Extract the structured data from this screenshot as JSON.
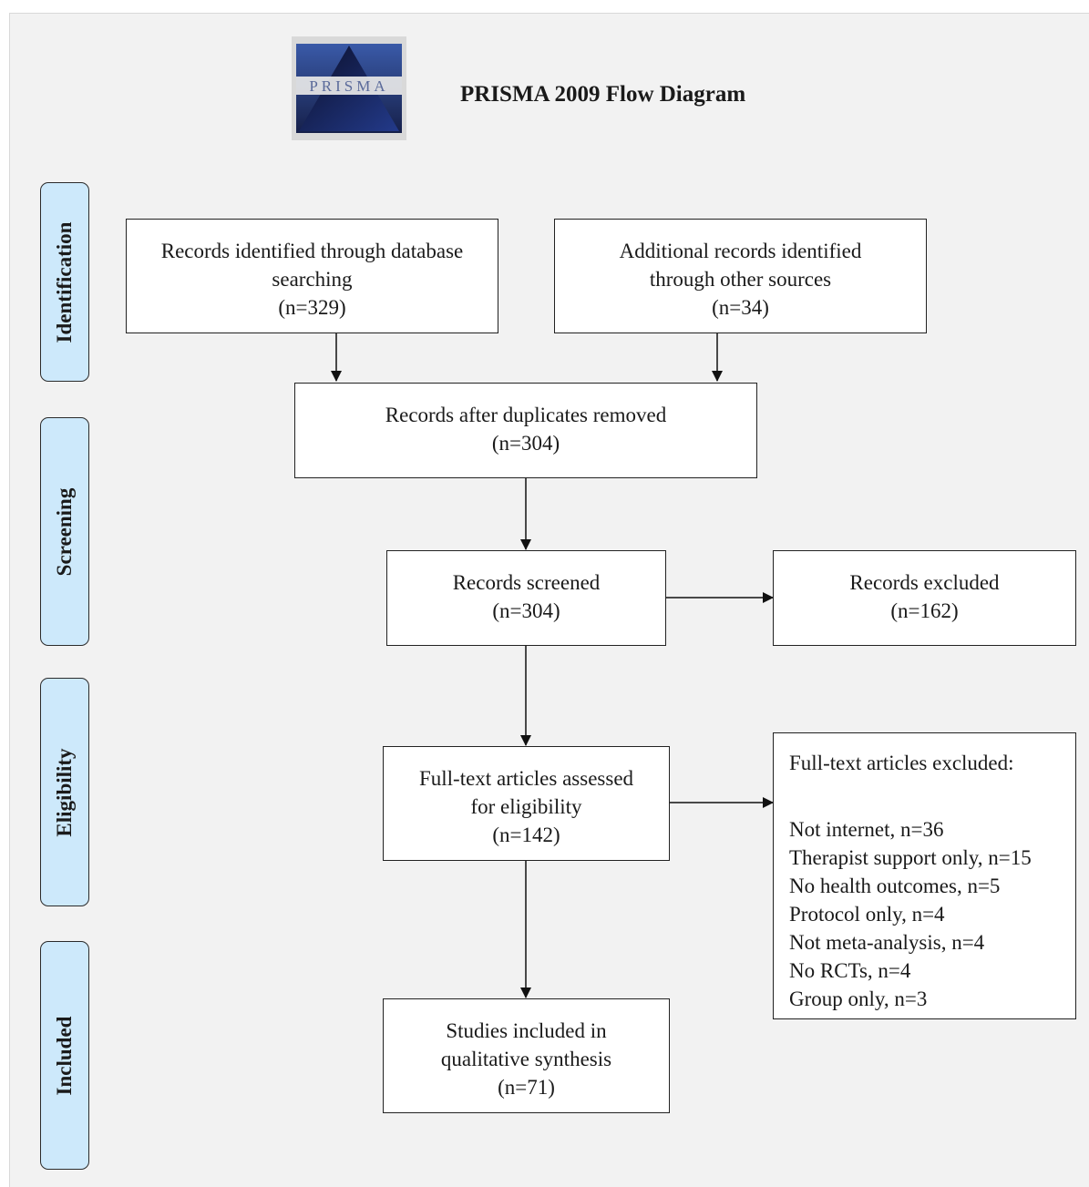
{
  "header": {
    "logo_text": "PRISMA",
    "title": "PRISMA 2009 Flow Diagram"
  },
  "phases": {
    "identification": "Identification",
    "screening": "Screening",
    "eligibility": "Eligibility",
    "included": "Included"
  },
  "boxes": {
    "database": {
      "line1": "Records identified through database",
      "line2": "searching",
      "count": "(n=329)"
    },
    "other_sources": {
      "line1": "Additional records identified",
      "line2": "through other sources",
      "count": "(n=34)"
    },
    "after_duplicates": {
      "line1": "Records after duplicates removed",
      "count": "(n=304)"
    },
    "screened": {
      "line1": "Records screened",
      "count": "(n=304)"
    },
    "excluded": {
      "line1": "Records excluded",
      "count": "(n=162)"
    },
    "fulltext": {
      "line1": "Full-text articles assessed",
      "line2": "for eligibility",
      "count": "(n=142)"
    },
    "fulltext_excluded": {
      "heading": "Full-text articles excluded:",
      "reasons": [
        "Not internet, n=36",
        "Therapist support only, n=15",
        "No health outcomes, n=5",
        "Protocol only, n=4",
        "Not meta-analysis, n=4",
        "No RCTs, n=4",
        "Group only, n=3"
      ]
    },
    "included": {
      "line1": "Studies included in",
      "line2": "qualitative synthesis",
      "count": "(n=71)"
    }
  }
}
